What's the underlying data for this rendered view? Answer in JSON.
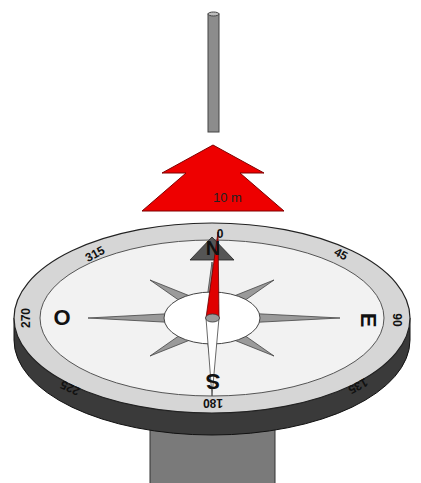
{
  "diagram": {
    "nodes": [
      {
        "text": [
          "10 m"
        ]
      }
    ],
    "labels": [
      "0",
      "45",
      "90",
      "135",
      "180",
      "225",
      "270",
      "315",
      "N",
      "O",
      "E",
      "S"
    ]
  }
}
